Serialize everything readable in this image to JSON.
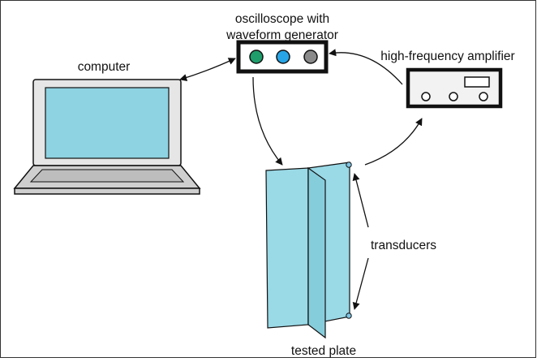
{
  "labels": {
    "oscilloscope_line1": "oscilloscope with",
    "oscilloscope_line2": "waveform generator",
    "computer": "computer",
    "amplifier": "high-frequency amplifier",
    "transducers": "transducers",
    "plate": "tested plate"
  },
  "colors": {
    "frame": "#111111",
    "screen_fill": "#8ed3e2",
    "laptop_body": "#cfcfcf",
    "laptop_bezel": "#e6e6e6",
    "keyboard": "#bdbdbd",
    "amp_fill": "#f2f2f2",
    "led_green": "#1f9d6b",
    "led_blue": "#27a5e6",
    "led_gray": "#8a8a8a",
    "plate_fill": "#9ad9e6",
    "plate_shade": "#86cddc",
    "transducer_fill": "#7fc4e3"
  }
}
